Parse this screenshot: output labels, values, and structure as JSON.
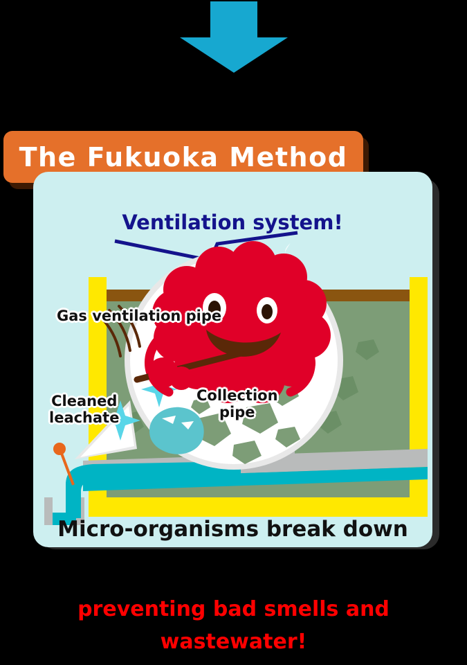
{
  "title": {
    "text": "The Fukuoka Method",
    "banner_color": "#e5702a",
    "shadow_color": "#3d1a03",
    "text_color": "#ffffff"
  },
  "arrow": {
    "name": "down-arrow",
    "color": "#17a8d0"
  },
  "panel": {
    "background": "#cdeff0",
    "shadow": "#2b2b2b"
  },
  "diagram": {
    "headline": "Ventilation system!",
    "headline_color": "#14138c",
    "labels": [
      {
        "id": "gas-vent",
        "text": "Gas ventilation pipe"
      },
      {
        "id": "cleaned-leachate",
        "text": "Cleaned\nleachate"
      },
      {
        "id": "collection-pipe",
        "text": "Collection\npipe"
      }
    ],
    "micro_text": "Micro-organisms break down",
    "colors": {
      "sky": "#cdeff0",
      "liner": "#ffe800",
      "cap_soil": "#8a5510",
      "waste": "#7d9d77",
      "waste_rock": "#6b8f66",
      "pipe_gray": "#b9bbbb",
      "water": "#00b4c4",
      "mascot": "#e00028",
      "mascot_mouth": "#5a2808",
      "pointer": "#e8671c"
    }
  },
  "mascot": {
    "name": "micro-organism-character",
    "body_color": "#e00028",
    "eye_color": "#2b1405",
    "broom_color": "#5a2808",
    "sparkle_color": "#59d6e8"
  },
  "bottom_caption": {
    "line1": "preventing bad smells and",
    "line2": "wastewater!",
    "color": "#ff0000"
  }
}
